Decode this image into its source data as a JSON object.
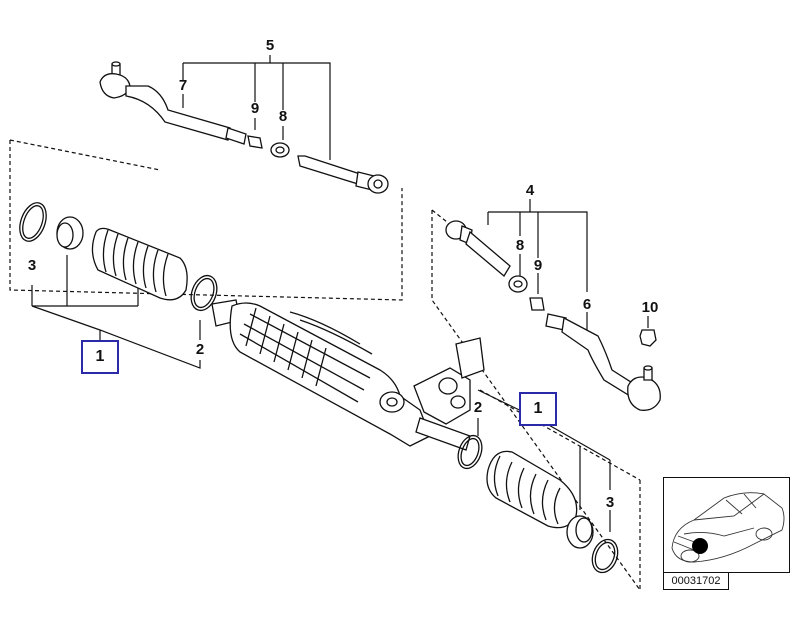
{
  "callouts": {
    "n5": "5",
    "n7": "7",
    "n9a": "9",
    "n8a": "8",
    "n3a": "3",
    "n1a": "1",
    "n2a": "2",
    "n4": "4",
    "n8b": "8",
    "n9b": "9",
    "n6": "6",
    "n10": "10",
    "n2b": "2",
    "n1b": "1",
    "n3b": "3"
  },
  "thumbnail": {
    "code": "00031702"
  }
}
